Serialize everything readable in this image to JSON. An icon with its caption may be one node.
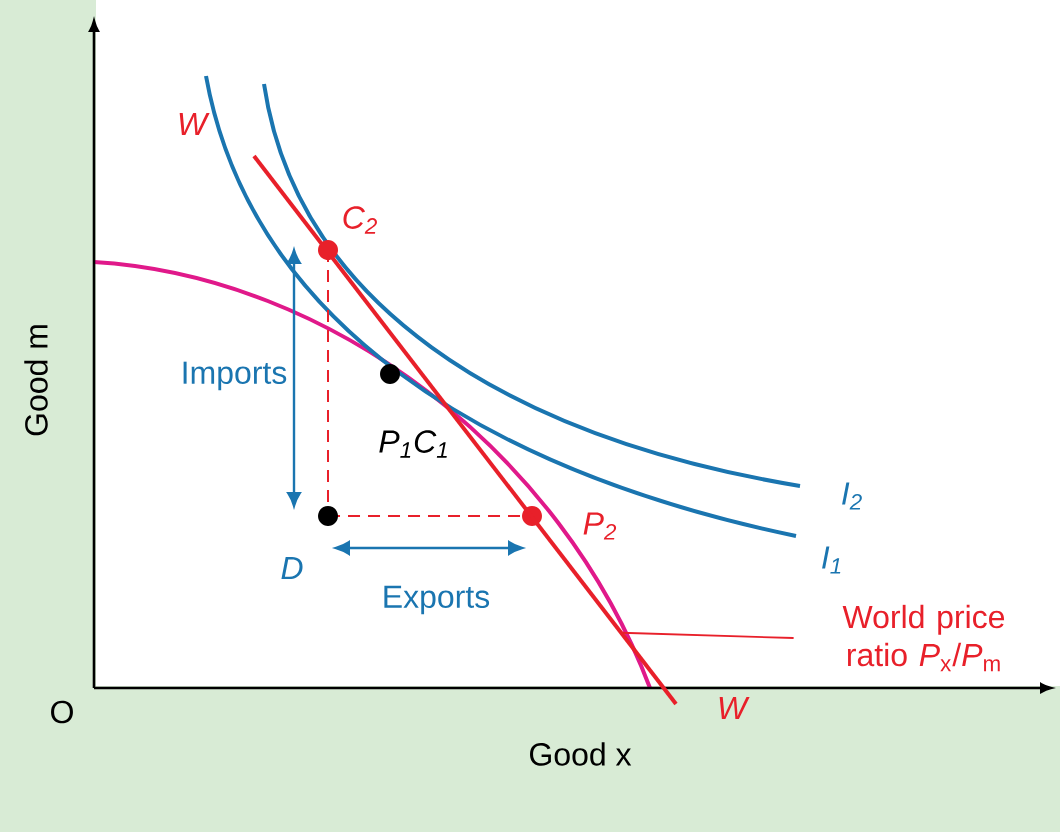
{
  "diagram": {
    "nodes": [
      {
        "text": [
          "World price ratio *P*$_{x}$/*P*$_{m}$"
        ]
      },
      {
        "text": [],
        "shape": "line"
      }
    ],
    "edges": [
      {
        "from": 0,
        "to": 1,
        "arrow": "none"
      }
    ],
    "labels": [
      "W",
      "C$_{2}$",
      "Imports",
      "P$_{1}$C$_{1}$",
      "D",
      "P$_{2}$",
      "Exports",
      "I$_{2}$",
      "I$_{1}$",
      "W",
      "Good m",
      "O",
      "Good x"
    ]
  }
}
